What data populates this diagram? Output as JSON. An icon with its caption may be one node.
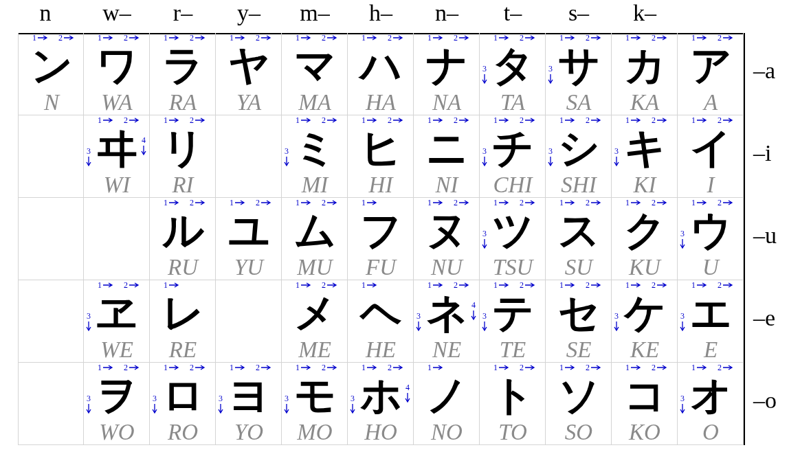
{
  "diagram": {
    "nodes": [
      {
        "text": [
          "ン",
          "N",
          "1",
          "2"
        ]
      },
      {
        "text": [
          "ワ",
          "WA",
          "1",
          "2"
        ]
      },
      {
        "text": [
          "ラ",
          "RA",
          "1",
          "2"
        ]
      },
      {
        "text": [
          "ヤ",
          "YA",
          "1",
          "2"
        ]
      },
      {
        "text": [
          "マ",
          "MA",
          "1",
          "2"
        ]
      },
      {
        "text": [
          "ハ",
          "HA",
          "1",
          "2"
        ]
      },
      {
        "text": [
          "ナ",
          "NA",
          "1",
          "2"
        ]
      },
      {
        "text": [
          "タ",
          "TA",
          "1",
          "2",
          "3"
        ]
      },
      {
        "text": [
          "サ",
          "SA",
          "1",
          "2",
          "3"
        ]
      },
      {
        "text": [
          "カ",
          "KA",
          "1",
          "2"
        ]
      },
      {
        "text": [
          "ア",
          "A",
          "1",
          "2"
        ]
      },
      {
        "text": [],
        "shape": "box"
      },
      {
        "text": [
          "ヰ",
          "WI",
          "1",
          "2",
          "3",
          "4"
        ]
      },
      {
        "text": [
          "リ",
          "RI",
          "1",
          "2"
        ]
      },
      {
        "text": [],
        "shape": "box"
      },
      {
        "text": [
          "ミ",
          "MI",
          "1",
          "2",
          "3"
        ]
      },
      {
        "text": [
          "ヒ",
          "HI",
          "1",
          "2"
        ]
      },
      {
        "text": [
          "ニ",
          "NI",
          "1",
          "2"
        ]
      },
      {
        "text": [
          "チ",
          "CHI",
          "1",
          "2",
          "3"
        ]
      },
      {
        "text": [
          "シ",
          "SHI",
          "1",
          "2",
          "3"
        ]
      },
      {
        "text": [
          "キ",
          "KI",
          "1",
          "2",
          "3"
        ]
      },
      {
        "text": [
          "イ",
          "I",
          "1",
          "2"
        ]
      },
      {
        "text": [],
        "shape": "box"
      },
      {
        "text": [],
        "shape": "box"
      },
      {
        "text": [
          "ル",
          "RU",
          "1",
          "2"
        ]
      },
      {
        "text": [
          "ユ",
          "YU",
          "1",
          "2"
        ]
      },
      {
        "text": [
          "ム",
          "MU",
          "1",
          "2"
        ]
      },
      {
        "text": [
          "フ",
          "FU",
          "1"
        ]
      },
      {
        "text": [
          "ヌ",
          "NU",
          "1",
          "2"
        ]
      },
      {
        "text": [
          "ツ",
          "TSU",
          "1",
          "2",
          "3"
        ]
      },
      {
        "text": [
          "ス",
          "SU",
          "1",
          "2"
        ]
      },
      {
        "text": [
          "ク",
          "KU",
          "1",
          "2"
        ]
      },
      {
        "text": [
          "ウ",
          "U",
          "1",
          "2",
          "3"
        ]
      },
      {
        "text": [],
        "shape": "box"
      },
      {
        "text": [
          "ヱ",
          "WE",
          "1",
          "2",
          "3"
        ]
      },
      {
        "text": [
          "レ",
          "RE",
          "1"
        ]
      },
      {
        "text": [],
        "shape": "box"
      },
      {
        "text": [
          "メ",
          "ME",
          "1",
          "2"
        ]
      },
      {
        "text": [
          "ヘ",
          "HE",
          "1"
        ]
      },
      {
        "text": [
          "ネ",
          "NE",
          "1",
          "2",
          "3",
          "4"
        ]
      },
      {
        "text": [
          "テ",
          "TE",
          "1",
          "2",
          "3"
        ]
      },
      {
        "text": [
          "セ",
          "SE",
          "1",
          "2"
        ]
      },
      {
        "text": [
          "ケ",
          "KE",
          "1",
          "2",
          "3"
        ]
      },
      {
        "text": [
          "エ",
          "E",
          "1",
          "2",
          "3"
        ]
      },
      {
        "text": [],
        "shape": "box"
      },
      {
        "text": [
          "ヲ",
          "WO",
          "1",
          "2",
          "3"
        ]
      },
      {
        "text": [
          "ロ",
          "RO",
          "1",
          "2",
          "3"
        ]
      },
      {
        "text": [
          "ヨ",
          "YO",
          "1",
          "2",
          "3"
        ]
      },
      {
        "text": [
          "モ",
          "MO",
          "1",
          "2",
          "3"
        ]
      },
      {
        "text": [
          "ホ",
          "HO",
          "1",
          "2",
          "3",
          "4"
        ]
      },
      {
        "text": [
          "ノ",
          "NO",
          "1"
        ]
      },
      {
        "text": [
          "ト",
          "TO",
          "1",
          "2"
        ]
      },
      {
        "text": [
          "ソ",
          "SO",
          "1",
          "2"
        ]
      },
      {
        "text": [
          "コ",
          "KO",
          "1",
          "2"
        ]
      },
      {
        "text": [
          "オ",
          "O",
          "1",
          "2",
          "3"
        ]
      }
    ],
    "labels": [
      "n",
      "w–",
      "r–",
      "y–",
      "m–",
      "h–",
      "n–",
      "t–",
      "s–",
      "k–",
      "–a",
      "–i",
      "–u",
      "–e",
      "–o"
    ]
  }
}
